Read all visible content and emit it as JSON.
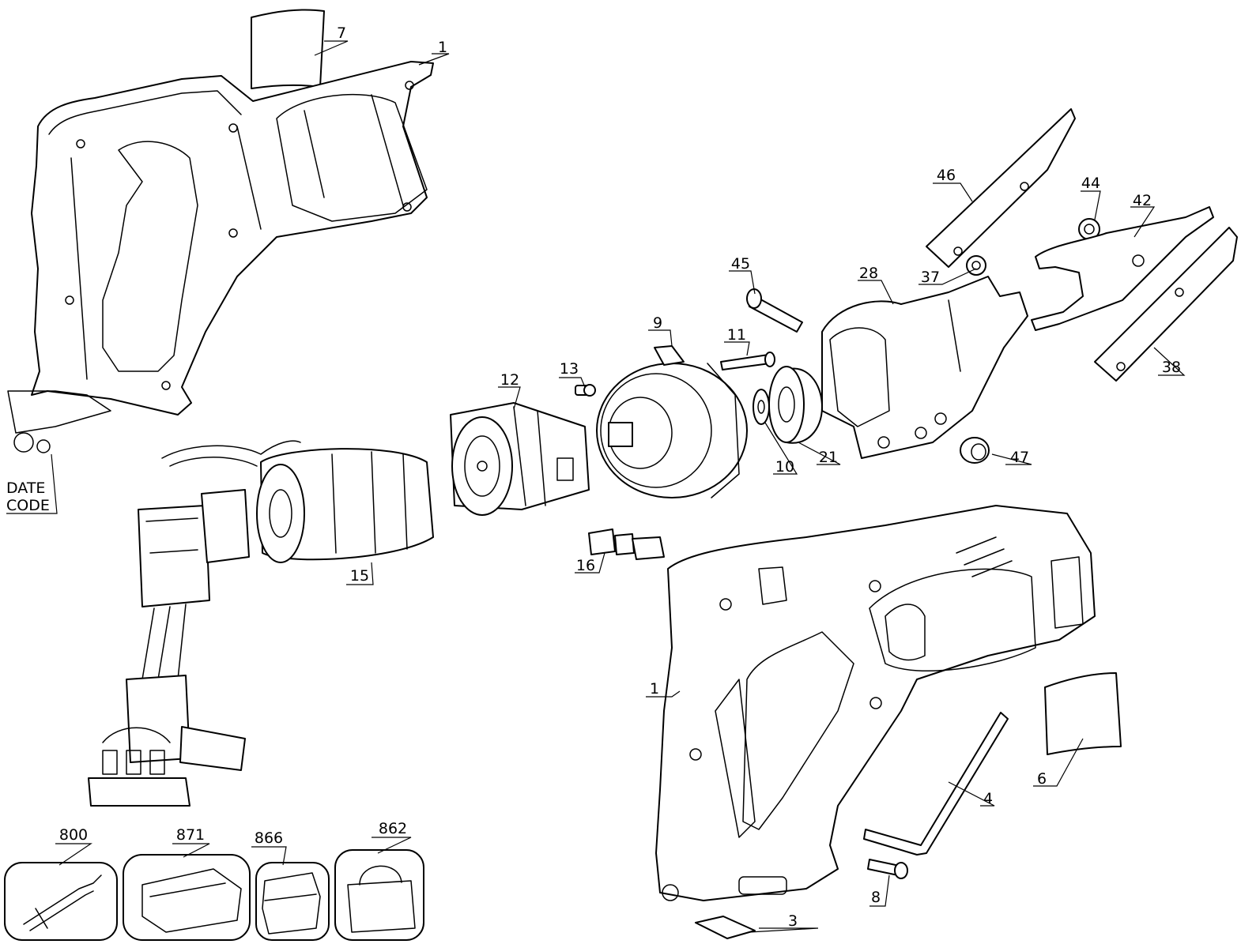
{
  "callouts": {
    "c1a": "1",
    "c1b": "1",
    "c3": "3",
    "c4": "4",
    "c6": "6",
    "c7": "7",
    "c8": "8",
    "c9": "9",
    "c10": "10",
    "c11": "11",
    "c12": "12",
    "c13": "13",
    "c15": "15",
    "c16": "16",
    "c21": "21",
    "c28": "28",
    "c37": "37",
    "c38": "38",
    "c42": "42",
    "c44": "44",
    "c45": "45",
    "c46": "46",
    "c47": "47",
    "c800": "800",
    "c871": "871",
    "c866": "866",
    "c862": "862"
  },
  "date_code": {
    "line1": "DATE",
    "line2": "CODE"
  }
}
